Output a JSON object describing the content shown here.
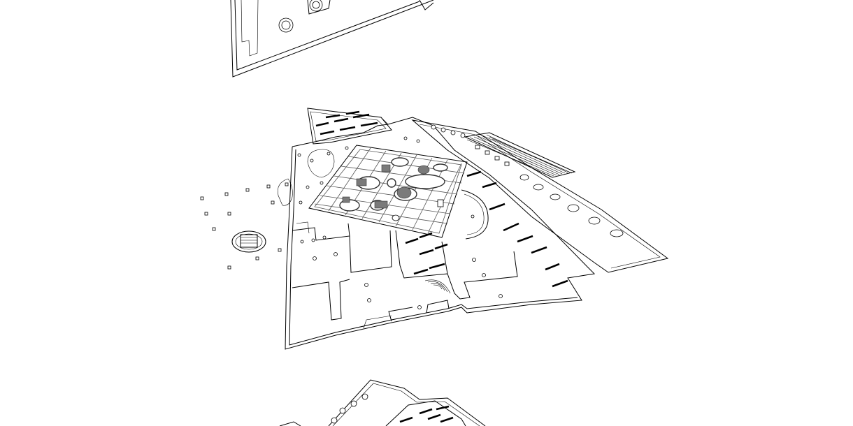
{
  "scene": {
    "type": "exploded-axonometric-floor-plans",
    "background_color": "#ffffff",
    "line_color": "#000000",
    "accent_fill": "#7a7a7a",
    "levels": [
      {
        "name": "upper-level-plan"
      },
      {
        "name": "main-level-plan"
      },
      {
        "name": "lower-level-plan"
      }
    ]
  }
}
